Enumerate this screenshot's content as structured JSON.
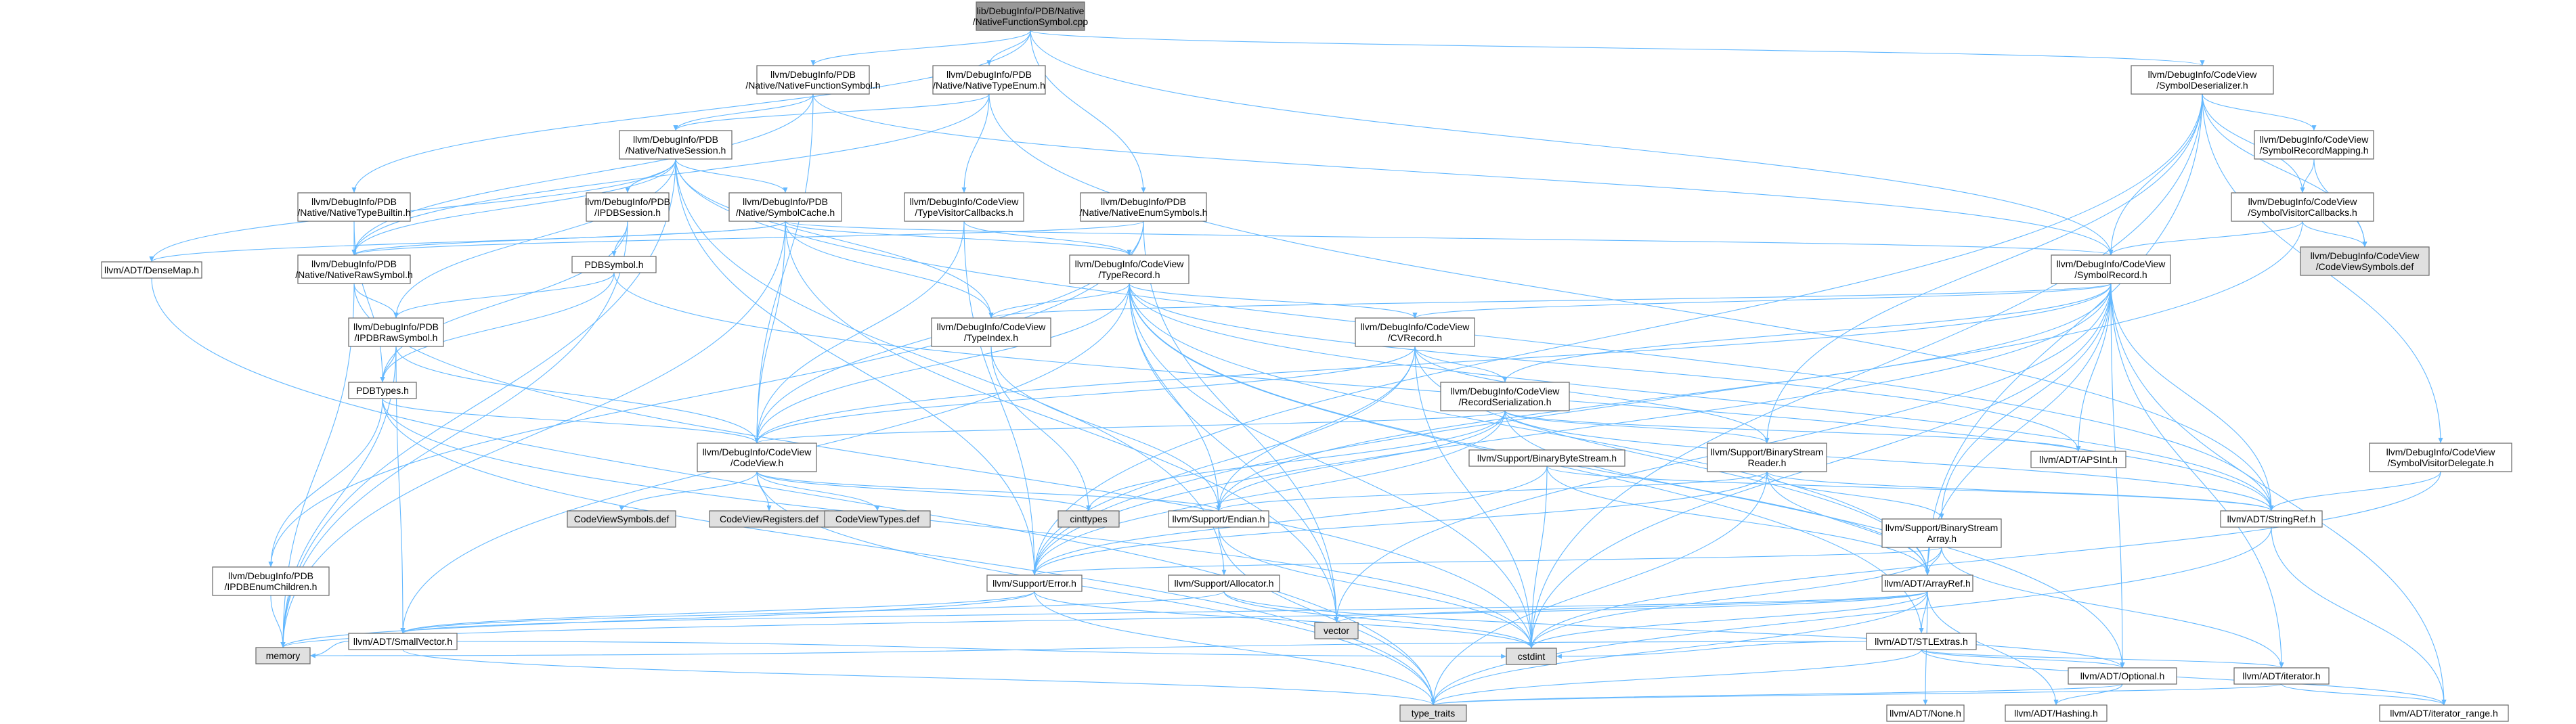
{
  "colors": {
    "root_fill": "#999999",
    "file_fill": "#ffffff",
    "system_fill": "#e0e0e0",
    "edge": "#63b8ff",
    "link_text": "#cc0000",
    "plain_text": "#000000",
    "border": "#666666"
  },
  "nodes": [
    {
      "id": "root",
      "kind": "root",
      "lines": [
        "lib/DebugInfo/PDB/Native",
        "/NativeFunctionSymbol.cpp"
      ]
    },
    {
      "id": "nfs_h",
      "kind": "file",
      "lines": [
        "llvm/DebugInfo/PDB",
        "/Native/NativeFunctionSymbol.h"
      ]
    },
    {
      "id": "nte_h",
      "kind": "file",
      "lines": [
        "llvm/DebugInfo/PDB",
        "/Native/NativeTypeEnum.h"
      ]
    },
    {
      "id": "symdes_h",
      "kind": "file",
      "lines": [
        "llvm/DebugInfo/CodeView",
        "/SymbolDeserializer.h"
      ]
    },
    {
      "id": "nsess_h",
      "kind": "file",
      "lines": [
        "llvm/DebugInfo/PDB",
        "/Native/NativeSession.h"
      ]
    },
    {
      "id": "symrecmap_h",
      "kind": "link",
      "lines": [
        "llvm/DebugInfo/CodeView",
        "/SymbolRecordMapping.h"
      ]
    },
    {
      "id": "ntb_h",
      "kind": "file",
      "lines": [
        "llvm/DebugInfo/PDB",
        "/Native/NativeTypeBuiltin.h"
      ]
    },
    {
      "id": "ipdbsess_h",
      "kind": "link",
      "lines": [
        "llvm/DebugInfo/PDB",
        "/IPDBSession.h"
      ]
    },
    {
      "id": "symcache_h",
      "kind": "link",
      "lines": [
        "llvm/DebugInfo/PDB",
        "/Native/SymbolCache.h"
      ]
    },
    {
      "id": "tvc_h",
      "kind": "link",
      "lines": [
        "llvm/DebugInfo/CodeView",
        "/TypeVisitorCallbacks.h"
      ]
    },
    {
      "id": "nes_h",
      "kind": "file",
      "lines": [
        "llvm/DebugInfo/PDB",
        "/Native/NativeEnumSymbols.h"
      ]
    },
    {
      "id": "svc_h",
      "kind": "file",
      "lines": [
        "llvm/DebugInfo/CodeView",
        "/SymbolVisitorCallbacks.h"
      ]
    },
    {
      "id": "cvsymdef",
      "kind": "system",
      "lines": [
        "llvm/DebugInfo/CodeView",
        "/CodeViewSymbols.def"
      ]
    },
    {
      "id": "densemap",
      "kind": "link",
      "lines": [
        "llvm/ADT/DenseMap.h"
      ]
    },
    {
      "id": "nrs_h",
      "kind": "file",
      "lines": [
        "llvm/DebugInfo/PDB",
        "/Native/NativeRawSymbol.h"
      ]
    },
    {
      "id": "pdbsym_h",
      "kind": "link",
      "lines": [
        "PDBSymbol.h"
      ]
    },
    {
      "id": "typerec_h",
      "kind": "link",
      "lines": [
        "llvm/DebugInfo/CodeView",
        "/TypeRecord.h"
      ]
    },
    {
      "id": "symrec_h",
      "kind": "file",
      "lines": [
        "llvm/DebugInfo/CodeView",
        "/SymbolRecord.h"
      ]
    },
    {
      "id": "ipdbraw_h",
      "kind": "link",
      "lines": [
        "llvm/DebugInfo/PDB",
        "/IPDBRawSymbol.h"
      ]
    },
    {
      "id": "typeidx_h",
      "kind": "link",
      "lines": [
        "llvm/DebugInfo/CodeView",
        "/TypeIndex.h"
      ]
    },
    {
      "id": "cvrec_h",
      "kind": "link",
      "lines": [
        "llvm/DebugInfo/CodeView",
        "/CVRecord.h"
      ]
    },
    {
      "id": "pdbtypes_h",
      "kind": "link",
      "lines": [
        "PDBTypes.h"
      ]
    },
    {
      "id": "recser_h",
      "kind": "link",
      "lines": [
        "llvm/DebugInfo/CodeView",
        "/RecordSerialization.h"
      ]
    },
    {
      "id": "codeview_h",
      "kind": "file",
      "lines": [
        "llvm/DebugInfo/CodeView",
        "/CodeView.h"
      ]
    },
    {
      "id": "bbs_h",
      "kind": "link",
      "lines": [
        "llvm/Support/BinaryByteStream.h"
      ]
    },
    {
      "id": "bsr_h",
      "kind": "link",
      "lines": [
        "llvm/Support/BinaryStream",
        "Reader.h"
      ]
    },
    {
      "id": "apsint_h",
      "kind": "link",
      "lines": [
        "llvm/ADT/APSInt.h"
      ]
    },
    {
      "id": "svd_h",
      "kind": "file",
      "lines": [
        "llvm/DebugInfo/CodeView",
        "/SymbolVisitorDelegate.h"
      ]
    },
    {
      "id": "cvsymbolsdef",
      "kind": "system",
      "lines": [
        "CodeViewSymbols.def"
      ]
    },
    {
      "id": "cvregsdef",
      "kind": "system",
      "lines": [
        "CodeViewRegisters.def"
      ]
    },
    {
      "id": "cvtypesdef",
      "kind": "system",
      "lines": [
        "CodeViewTypes.def"
      ]
    },
    {
      "id": "cinttypes",
      "kind": "system",
      "lines": [
        "cinttypes"
      ]
    },
    {
      "id": "endian_h",
      "kind": "link",
      "lines": [
        "llvm/Support/Endian.h"
      ]
    },
    {
      "id": "stringref_h",
      "kind": "link",
      "lines": [
        "llvm/ADT/StringRef.h"
      ]
    },
    {
      "id": "bsa_h",
      "kind": "link",
      "lines": [
        "llvm/Support/BinaryStream",
        "Array.h"
      ]
    },
    {
      "id": "ipdbenum_h",
      "kind": "link",
      "lines": [
        "llvm/DebugInfo/PDB",
        "/IPDBEnumChildren.h"
      ]
    },
    {
      "id": "error_h",
      "kind": "link",
      "lines": [
        "llvm/Support/Error.h"
      ]
    },
    {
      "id": "alloc_h",
      "kind": "link",
      "lines": [
        "llvm/Support/Allocator.h"
      ]
    },
    {
      "id": "arrayref_h",
      "kind": "link",
      "lines": [
        "llvm/ADT/ArrayRef.h"
      ]
    },
    {
      "id": "smallvec_h",
      "kind": "link",
      "lines": [
        "llvm/ADT/SmallVector.h"
      ]
    },
    {
      "id": "vector",
      "kind": "system",
      "lines": [
        "vector"
      ]
    },
    {
      "id": "stlextras_h",
      "kind": "link",
      "lines": [
        "llvm/ADT/STLExtras.h"
      ]
    },
    {
      "id": "memory",
      "kind": "system",
      "lines": [
        "memory"
      ]
    },
    {
      "id": "cstdint",
      "kind": "system",
      "lines": [
        "cstdint"
      ]
    },
    {
      "id": "optional_h",
      "kind": "link",
      "lines": [
        "llvm/ADT/Optional.h"
      ]
    },
    {
      "id": "iterator_h",
      "kind": "link",
      "lines": [
        "llvm/ADT/iterator.h"
      ]
    },
    {
      "id": "typetraits",
      "kind": "system",
      "lines": [
        "type_traits"
      ]
    },
    {
      "id": "none_h",
      "kind": "file",
      "lines": [
        "llvm/ADT/None.h"
      ]
    },
    {
      "id": "hashing_h",
      "kind": "link",
      "lines": [
        "llvm/ADT/Hashing.h"
      ]
    },
    {
      "id": "itrange_h",
      "kind": "link",
      "lines": [
        "llvm/ADT/iterator_range.h"
      ]
    }
  ],
  "edges": [
    [
      "root",
      "nfs_h"
    ],
    [
      "root",
      "nte_h"
    ],
    [
      "root",
      "symdes_h"
    ],
    [
      "root",
      "ntb_h"
    ],
    [
      "root",
      "nes_h"
    ],
    [
      "root",
      "symrec_h"
    ],
    [
      "nfs_h",
      "nsess_h"
    ],
    [
      "nfs_h",
      "nrs_h"
    ],
    [
      "nfs_h",
      "codeview_h"
    ],
    [
      "nfs_h",
      "symrec_h"
    ],
    [
      "nte_h",
      "nsess_h"
    ],
    [
      "nte_h",
      "nrs_h"
    ],
    [
      "nte_h",
      "tvc_h"
    ],
    [
      "nte_h",
      "stringref_h"
    ],
    [
      "symdes_h",
      "symrecmap_h"
    ],
    [
      "symdes_h",
      "svc_h"
    ],
    [
      "symdes_h",
      "cvsymdef"
    ],
    [
      "symdes_h",
      "symrec_h"
    ],
    [
      "symdes_h",
      "svd_h"
    ],
    [
      "symdes_h",
      "bsr_h"
    ],
    [
      "symdes_h",
      "error_h"
    ],
    [
      "symdes_h",
      "arrayref_h"
    ],
    [
      "symdes_h",
      "cstdint"
    ],
    [
      "symrecmap_h",
      "svc_h"
    ],
    [
      "symrecmap_h",
      "cvsymdef"
    ],
    [
      "svc_h",
      "symrec_h"
    ],
    [
      "svc_h",
      "cvsymdef"
    ],
    [
      "svc_h",
      "error_h"
    ],
    [
      "nsess_h",
      "ipdbsess_h"
    ],
    [
      "nsess_h",
      "symcache_h"
    ],
    [
      "nsess_h",
      "densemap"
    ],
    [
      "nsess_h",
      "nrs_h"
    ],
    [
      "nsess_h",
      "ipdbraw_h"
    ],
    [
      "nsess_h",
      "error_h"
    ],
    [
      "nsess_h",
      "alloc_h"
    ],
    [
      "nsess_h",
      "stringref_h"
    ],
    [
      "nsess_h",
      "memory"
    ],
    [
      "nsess_h",
      "typeidx_h"
    ],
    [
      "ntb_h",
      "nrs_h"
    ],
    [
      "ntb_h",
      "pdbtypes_h"
    ],
    [
      "ipdbsess_h",
      "pdbtypes_h"
    ],
    [
      "ipdbsess_h",
      "pdbsym_h"
    ],
    [
      "ipdbsess_h",
      "memory"
    ],
    [
      "symcache_h",
      "typerec_h"
    ],
    [
      "symcache_h",
      "nrs_h"
    ],
    [
      "symcache_h",
      "densemap"
    ],
    [
      "symcache_h",
      "codeview_h"
    ],
    [
      "symcache_h",
      "typeidx_h"
    ],
    [
      "symcache_h",
      "vector"
    ],
    [
      "symcache_h",
      "memory"
    ],
    [
      "symcache_h",
      "symrec_h"
    ],
    [
      "tvc_h",
      "typerec_h"
    ],
    [
      "tvc_h",
      "codeview_h"
    ],
    [
      "tvc_h",
      "error_h"
    ],
    [
      "nes_h",
      "nrs_h"
    ],
    [
      "nes_h",
      "codeview_h"
    ],
    [
      "nes_h",
      "ipdbenum_h"
    ],
    [
      "nes_h",
      "vector"
    ],
    [
      "densemap",
      "typetraits"
    ],
    [
      "nrs_h",
      "ipdbraw_h"
    ],
    [
      "nrs_h",
      "cstdint"
    ],
    [
      "nrs_h",
      "memory"
    ],
    [
      "pdbsym_h",
      "ipdbraw_h"
    ],
    [
      "pdbsym_h",
      "pdbtypes_h"
    ],
    [
      "pdbsym_h",
      "stringref_h"
    ],
    [
      "typerec_h",
      "typeidx_h"
    ],
    [
      "typerec_h",
      "cvrec_h"
    ],
    [
      "typerec_h",
      "codeview_h"
    ],
    [
      "typerec_h",
      "apsint_h"
    ],
    [
      "typerec_h",
      "arrayref_h"
    ],
    [
      "typerec_h",
      "endian_h"
    ],
    [
      "typerec_h",
      "stringref_h"
    ],
    [
      "typerec_h",
      "optional_h"
    ],
    [
      "typerec_h",
      "smallvec_h"
    ],
    [
      "typerec_h",
      "cstdint"
    ],
    [
      "typerec_h",
      "vector"
    ],
    [
      "typerec_h",
      "stlextras_h"
    ],
    [
      "symrec_h",
      "cvrec_h"
    ],
    [
      "symrec_h",
      "codeview_h"
    ],
    [
      "symrec_h",
      "recser_h"
    ],
    [
      "symrec_h",
      "typeidx_h"
    ],
    [
      "symrec_h",
      "apsint_h"
    ],
    [
      "symrec_h",
      "arrayref_h"
    ],
    [
      "symrec_h",
      "stringref_h"
    ],
    [
      "symrec_h",
      "optional_h"
    ],
    [
      "symrec_h",
      "bsa_h"
    ],
    [
      "symrec_h",
      "endian_h"
    ],
    [
      "symrec_h",
      "error_h"
    ],
    [
      "symrec_h",
      "cstdint"
    ],
    [
      "symrec_h",
      "vector"
    ],
    [
      "symrec_h",
      "itrange_h"
    ],
    [
      "symrec_h",
      "iterator_h"
    ],
    [
      "ipdbraw_h",
      "pdbtypes_h"
    ],
    [
      "ipdbraw_h",
      "codeview_h"
    ],
    [
      "ipdbraw_h",
      "smallvec_h"
    ],
    [
      "ipdbraw_h",
      "memory"
    ],
    [
      "typeidx_h",
      "endian_h"
    ],
    [
      "typeidx_h",
      "cinttypes"
    ],
    [
      "cvrec_h",
      "codeview_h"
    ],
    [
      "cvrec_h",
      "recser_h"
    ],
    [
      "cvrec_h",
      "bsr_h"
    ],
    [
      "cvrec_h",
      "endian_h"
    ],
    [
      "cvrec_h",
      "error_h"
    ],
    [
      "cvrec_h",
      "cstdint"
    ],
    [
      "cvrec_h",
      "arrayref_h"
    ],
    [
      "pdbtypes_h",
      "codeview_h"
    ],
    [
      "pdbtypes_h",
      "ipdbenum_h"
    ],
    [
      "pdbtypes_h",
      "cstdint"
    ],
    [
      "pdbtypes_h",
      "typetraits"
    ],
    [
      "recser_h",
      "codeview_h"
    ],
    [
      "recser_h",
      "bsr_h"
    ],
    [
      "recser_h",
      "apsint_h"
    ],
    [
      "recser_h",
      "arrayref_h"
    ],
    [
      "recser_h",
      "endian_h"
    ],
    [
      "recser_h",
      "error_h"
    ],
    [
      "recser_h",
      "stringref_h"
    ],
    [
      "recser_h",
      "cinttypes"
    ],
    [
      "codeview_h",
      "cvsymbolsdef"
    ],
    [
      "codeview_h",
      "cvregsdef"
    ],
    [
      "codeview_h",
      "cvtypesdef"
    ],
    [
      "codeview_h",
      "cinttypes"
    ],
    [
      "codeview_h",
      "endian_h"
    ],
    [
      "codeview_h",
      "typetraits"
    ],
    [
      "bbs_h",
      "arrayref_h"
    ],
    [
      "bbs_h",
      "stringref_h"
    ],
    [
      "bbs_h",
      "error_h"
    ],
    [
      "bbs_h",
      "cstdint"
    ],
    [
      "bsr_h",
      "arrayref_h"
    ],
    [
      "bsr_h",
      "stringref_h"
    ],
    [
      "bsr_h",
      "bsa_h"
    ],
    [
      "bsr_h",
      "endian_h"
    ],
    [
      "bsr_h",
      "error_h"
    ],
    [
      "bsr_h",
      "typetraits"
    ],
    [
      "svd_h",
      "stringref_h"
    ],
    [
      "svd_h",
      "cstdint"
    ],
    [
      "endian_h",
      "cstdint"
    ],
    [
      "endian_h",
      "typetraits"
    ],
    [
      "stringref_h",
      "itrange_h"
    ],
    [
      "stringref_h",
      "typetraits"
    ],
    [
      "bsa_h",
      "arrayref_h"
    ],
    [
      "bsa_h",
      "iterator_h"
    ],
    [
      "bsa_h",
      "error_h"
    ],
    [
      "bsa_h",
      "cstdint"
    ],
    [
      "ipdbenum_h",
      "memory"
    ],
    [
      "error_h",
      "smallvec_h"
    ],
    [
      "error_h",
      "cstdint"
    ],
    [
      "error_h",
      "memory"
    ],
    [
      "error_h",
      "typetraits"
    ],
    [
      "alloc_h",
      "smallvec_h"
    ],
    [
      "alloc_h",
      "cstdint"
    ],
    [
      "alloc_h",
      "optional_h"
    ],
    [
      "arrayref_h",
      "stlextras_h"
    ],
    [
      "arrayref_h",
      "none_h"
    ],
    [
      "arrayref_h",
      "hashing_h"
    ],
    [
      "arrayref_h",
      "smallvec_h"
    ],
    [
      "arrayref_h",
      "vector"
    ],
    [
      "arrayref_h",
      "memory"
    ],
    [
      "arrayref_h",
      "cstdint"
    ],
    [
      "arrayref_h",
      "typetraits"
    ],
    [
      "smallvec_h",
      "memory"
    ],
    [
      "smallvec_h",
      "cstdint"
    ],
    [
      "smallvec_h",
      "typetraits"
    ],
    [
      "stlextras_h",
      "optional_h"
    ],
    [
      "stlextras_h",
      "iterator_h"
    ],
    [
      "stlextras_h",
      "itrange_h"
    ],
    [
      "stlextras_h",
      "memory"
    ],
    [
      "stlextras_h",
      "cstdint"
    ],
    [
      "stlextras_h",
      "typetraits"
    ],
    [
      "optional_h",
      "hashing_h"
    ],
    [
      "optional_h",
      "typetraits"
    ],
    [
      "iterator_h",
      "itrange_h"
    ],
    [
      "iterator_h",
      "typetraits"
    ]
  ]
}
